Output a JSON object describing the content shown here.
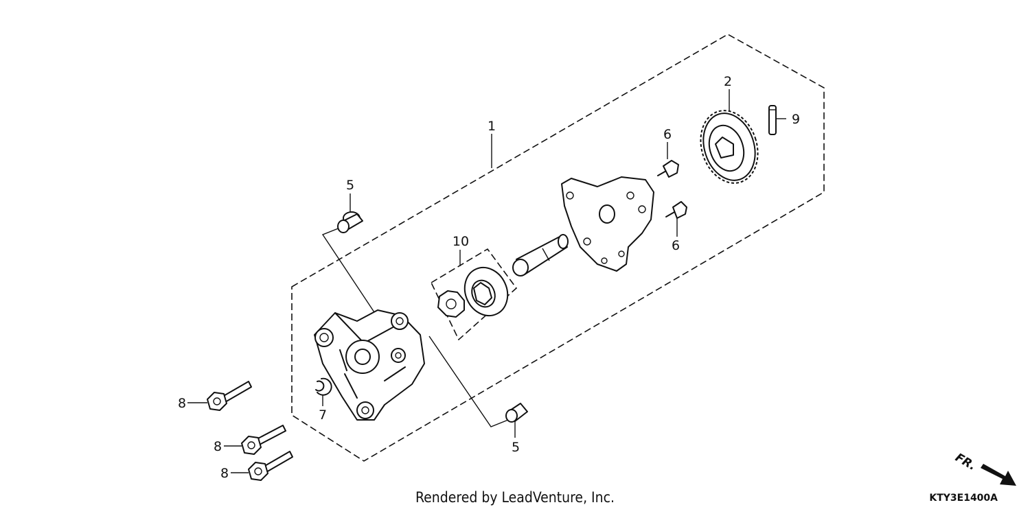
{
  "diagram": {
    "callouts": [
      {
        "id": "c1",
        "label": "1"
      },
      {
        "id": "c2",
        "label": "2"
      },
      {
        "id": "c5a",
        "label": "5"
      },
      {
        "id": "c5b",
        "label": "5"
      },
      {
        "id": "c6a",
        "label": "6"
      },
      {
        "id": "c6b",
        "label": "6"
      },
      {
        "id": "c7",
        "label": "7"
      },
      {
        "id": "c8a",
        "label": "8"
      },
      {
        "id": "c8b",
        "label": "8"
      },
      {
        "id": "c8c",
        "label": "8"
      },
      {
        "id": "c9",
        "label": "9"
      },
      {
        "id": "c10",
        "label": "10"
      }
    ],
    "credit": "Rendered by LeadVenture, Inc.",
    "drawing_code": "KTY3E1400A",
    "direction_label": "FR."
  }
}
